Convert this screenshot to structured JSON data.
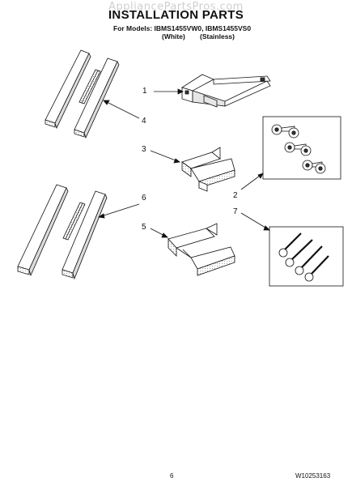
{
  "watermark": "AppliancePartsPros.com",
  "title": "INSTALLATION PARTS",
  "models": {
    "line": "For Models: IBMS1455VW0, IBMS1455VS0",
    "white": "(White)",
    "stainless": "(Stainless)"
  },
  "callouts": {
    "c1": "1",
    "c2": "2",
    "c3": "3",
    "c4": "4",
    "c5": "5",
    "c6": "6",
    "c7": "7"
  },
  "footer": {
    "page_number": "6",
    "document_number": "W10253163"
  }
}
